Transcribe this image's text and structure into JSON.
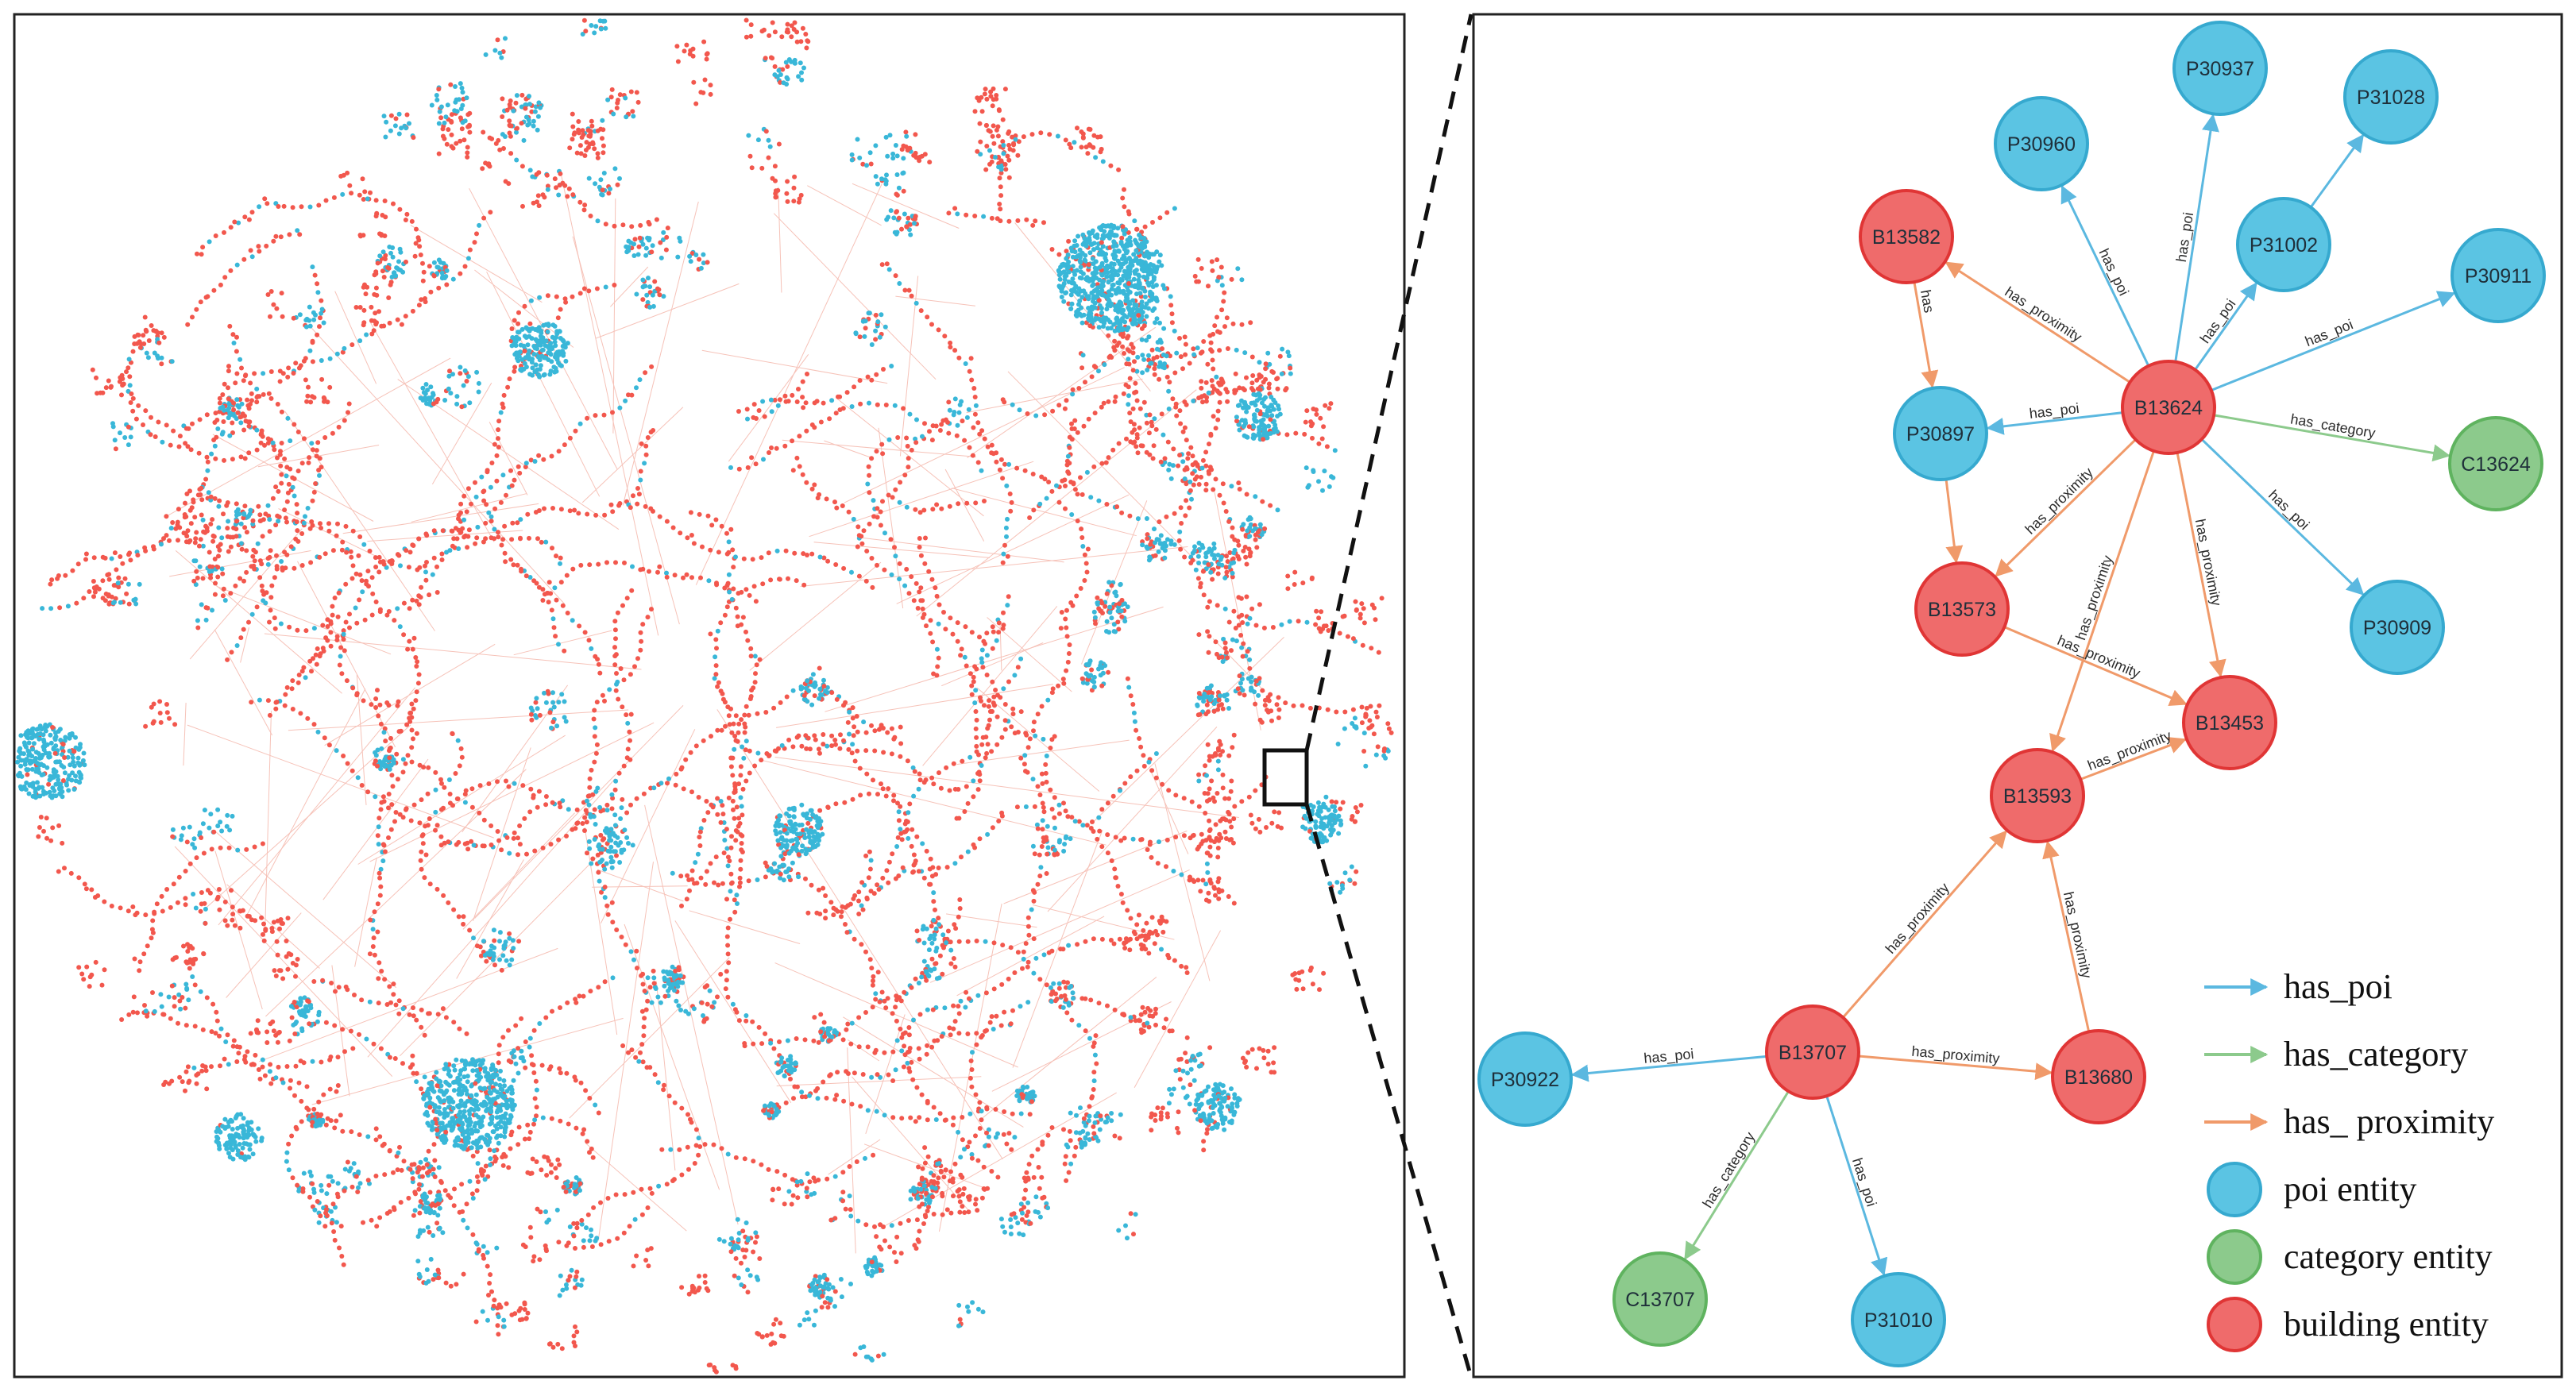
{
  "colors": {
    "poi": "#5bc4e3",
    "poi_stroke": "#36a9cf",
    "category": "#8cca8c",
    "category_stroke": "#5fb35f",
    "building": "#ef6b6b",
    "building_stroke": "#e03535",
    "edge_has_poi": "#5bb8e0",
    "edge_has_category": "#8cca8c",
    "edge_has_proximity": "#f09a6a",
    "small_red": "#f2574d",
    "small_blue": "#39b7d8"
  },
  "nodes": [
    {
      "id": "P30937",
      "type": "poi"
    },
    {
      "id": "P31028",
      "type": "poi"
    },
    {
      "id": "P30960",
      "type": "poi"
    },
    {
      "id": "B13582",
      "type": "building"
    },
    {
      "id": "P31002",
      "type": "poi"
    },
    {
      "id": "P30911",
      "type": "poi"
    },
    {
      "id": "P30897",
      "type": "poi"
    },
    {
      "id": "B13624",
      "type": "building"
    },
    {
      "id": "C13624",
      "type": "category"
    },
    {
      "id": "B13573",
      "type": "building"
    },
    {
      "id": "P30909",
      "type": "poi"
    },
    {
      "id": "B13453",
      "type": "building"
    },
    {
      "id": "B13593",
      "type": "building"
    },
    {
      "id": "B13707",
      "type": "building"
    },
    {
      "id": "B13680",
      "type": "building"
    },
    {
      "id": "P30922",
      "type": "poi"
    },
    {
      "id": "C13707",
      "type": "category"
    },
    {
      "id": "P31010",
      "type": "poi"
    }
  ],
  "edges": [
    {
      "source": "B13624",
      "target": "P30960",
      "relation": "has_poi"
    },
    {
      "source": "B13624",
      "target": "P30937",
      "relation": "has_poi"
    },
    {
      "source": "B13624",
      "target": "P31002",
      "relation": "has_poi"
    },
    {
      "source": "P31002",
      "target": "P31028",
      "relation": "",
      "kind": "has_poi"
    },
    {
      "source": "B13624",
      "target": "P30911",
      "relation": "has_poi"
    },
    {
      "source": "B13624",
      "target": "B13582",
      "relation": "has_proximity"
    },
    {
      "source": "B13582",
      "target": "P30897",
      "relation": "has",
      "kind": "has_proximity"
    },
    {
      "source": "B13624",
      "target": "P30897",
      "relation": "has_poi"
    },
    {
      "source": "B13624",
      "target": "C13624",
      "relation": "has_category"
    },
    {
      "source": "B13624",
      "target": "P30909",
      "relation": "has_poi"
    },
    {
      "source": "B13624",
      "target": "B13573",
      "relation": "has_proximity"
    },
    {
      "source": "B13624",
      "target": "B13593",
      "relation": "has_proximity"
    },
    {
      "source": "B13624",
      "target": "B13453",
      "relation": "has_proximity"
    },
    {
      "source": "P30897",
      "target": "B13573",
      "relation": "",
      "kind": "has_proximity"
    },
    {
      "source": "B13573",
      "target": "B13453",
      "relation": "has_proximity"
    },
    {
      "source": "B13593",
      "target": "B13453",
      "relation": "has_proximity"
    },
    {
      "source": "B13707",
      "target": "B13593",
      "relation": "has_proximity"
    },
    {
      "source": "B13680",
      "target": "B13593",
      "relation": "has_proximity"
    },
    {
      "source": "B13707",
      "target": "B13680",
      "relation": "has_proximity"
    },
    {
      "source": "B13707",
      "target": "P30922",
      "relation": "has_poi"
    },
    {
      "source": "B13707",
      "target": "C13707",
      "relation": "has_category"
    },
    {
      "source": "B13707",
      "target": "P31010",
      "relation": "has_poi"
    }
  ],
  "legend": {
    "edges": [
      {
        "label": "has_poi",
        "kind": "has_poi"
      },
      {
        "label": "has_category",
        "kind": "has_category"
      },
      {
        "label": "has_ proximity",
        "kind": "has_proximity"
      }
    ],
    "nodes": [
      {
        "label": "poi entity",
        "kind": "poi"
      },
      {
        "label": "category entity",
        "kind": "category"
      },
      {
        "label": "building entity",
        "kind": "building"
      }
    ]
  }
}
